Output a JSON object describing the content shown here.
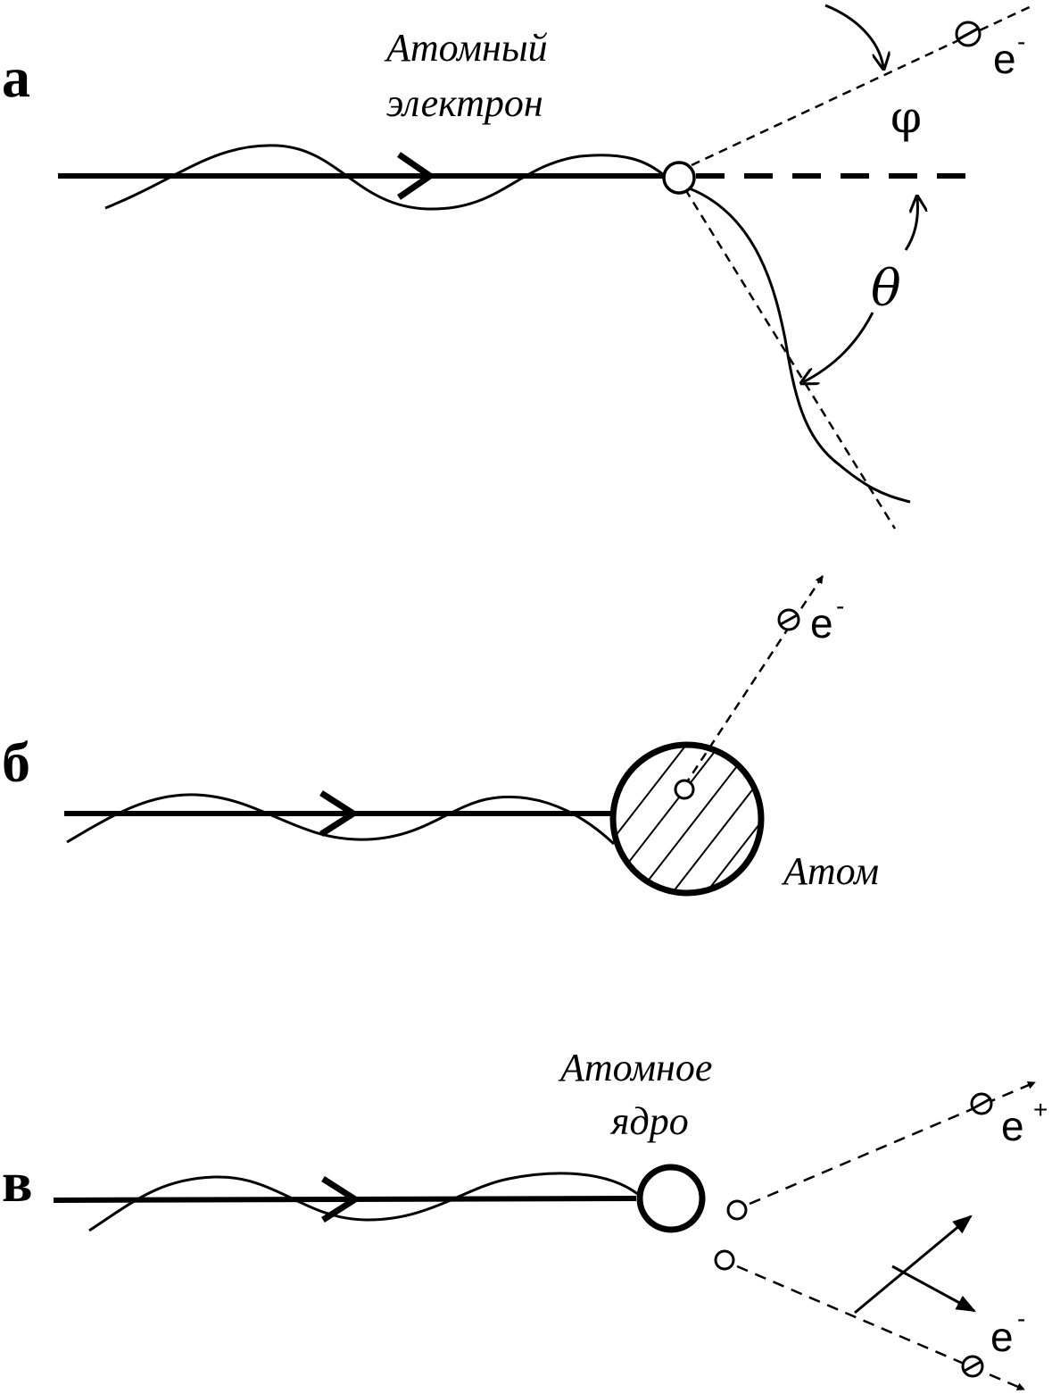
{
  "panels": {
    "a": {
      "letter": "а",
      "label_atomic_electron_line1": "Атомный",
      "label_atomic_electron_line2": "электрон",
      "electron_symbol": "e",
      "electron_charge": "-",
      "angle_phi": "φ",
      "angle_theta": "θ"
    },
    "b": {
      "letter": "б",
      "electron_symbol": "e",
      "electron_charge": "-",
      "label_atom": "Атом"
    },
    "c": {
      "letter": "в",
      "label_nucleus_line1": "Атомное",
      "label_nucleus_line2": "ядро",
      "positron_symbol": "e",
      "positron_charge": "+",
      "electron_symbol": "e",
      "electron_charge": "-"
    }
  }
}
